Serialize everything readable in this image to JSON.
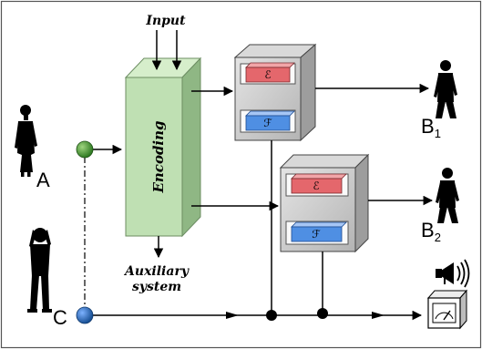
{
  "diagram": {
    "labels": {
      "input": "Input",
      "encoding": "Encoding",
      "auxiliary_line1": "Auxiliary",
      "auxiliary_line2": "system",
      "party_a": "A",
      "party_b": "B",
      "party_c": "C",
      "b1_sub": "1",
      "b2_sub": "2"
    },
    "device_labels": {
      "upper_e": "ℰ",
      "upper_f": "ℱ",
      "lower_e": "ℰ",
      "lower_f": "ℱ"
    },
    "icons": {
      "party_a": "standing-woman-icon",
      "party_b1": "walking-man-icon",
      "party_b2": "walking-man-icon",
      "party_c": "man-on-phone-icon",
      "broadcaster": "megaphone-icon",
      "meter": "measurement-meter-icon"
    },
    "colors": {
      "encoding_box": "#bfe0b3",
      "e_block": "#e4676c",
      "f_block": "#4f8fe3",
      "device_frame": "#c8c8c8",
      "node_green": "#3a8a2a",
      "node_blue": "#1f5fa8"
    }
  }
}
